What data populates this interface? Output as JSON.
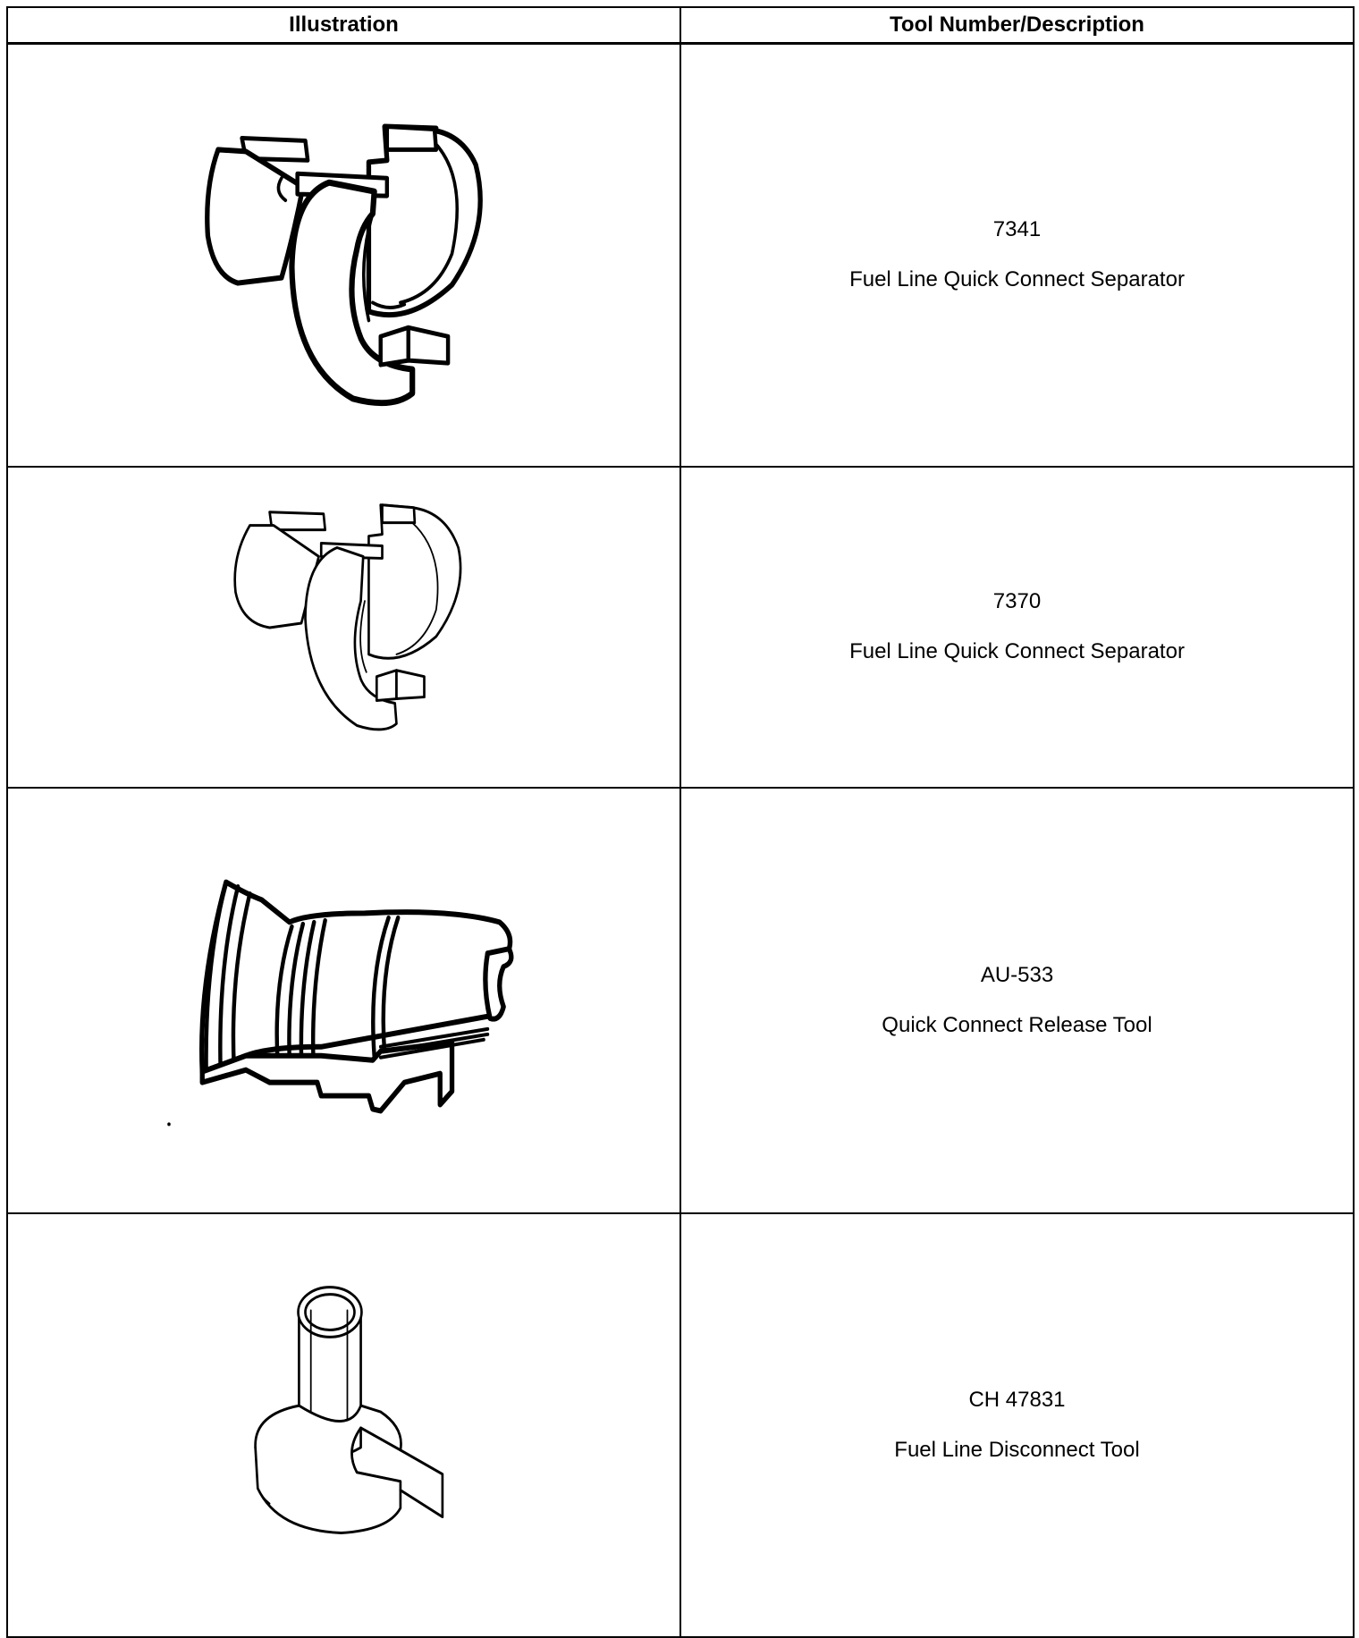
{
  "table": {
    "headers": {
      "illustration": "Illustration",
      "description": "Tool Number/Description"
    },
    "rows": [
      {
        "tool_number": "7341",
        "description": "Fuel Line Quick Connect Separator",
        "illustration_icon": "quick-connect-separator-icon"
      },
      {
        "tool_number": "7370",
        "description": "Fuel Line Quick Connect Separator",
        "illustration_icon": "quick-connect-separator-icon"
      },
      {
        "tool_number": "AU-533",
        "description": "Quick Connect Release Tool",
        "illustration_icon": "release-tool-icon"
      },
      {
        "tool_number": "CH 47831",
        "description": "Fuel Line Disconnect Tool",
        "illustration_icon": "disconnect-tool-icon"
      }
    ]
  }
}
